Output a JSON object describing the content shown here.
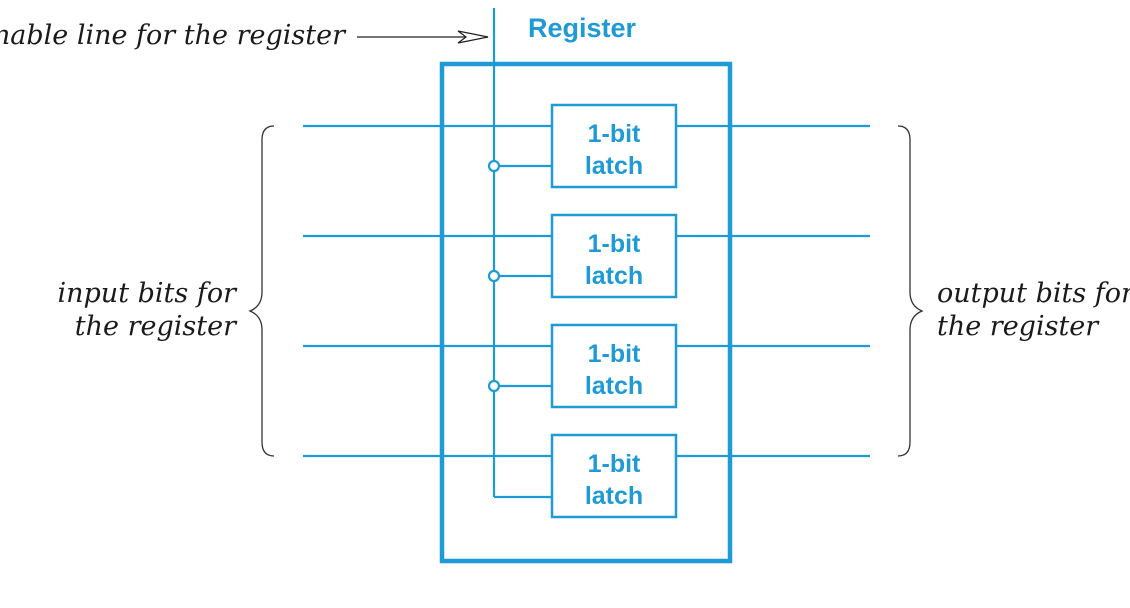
{
  "diagram": {
    "title": "Register",
    "enable_label": "enable line for the register",
    "input_label": [
      "input bits for",
      "the register"
    ],
    "output_label": [
      "output bits for",
      "the register"
    ],
    "latches": [
      {
        "line1": "1-bit",
        "line2": "latch"
      },
      {
        "line1": "1-bit",
        "line2": "latch"
      },
      {
        "line1": "1-bit",
        "line2": "latch"
      },
      {
        "line1": "1-bit",
        "line2": "latch"
      }
    ],
    "colors": {
      "accent": "#1e9ad6",
      "text": "#1a1a1a"
    }
  }
}
